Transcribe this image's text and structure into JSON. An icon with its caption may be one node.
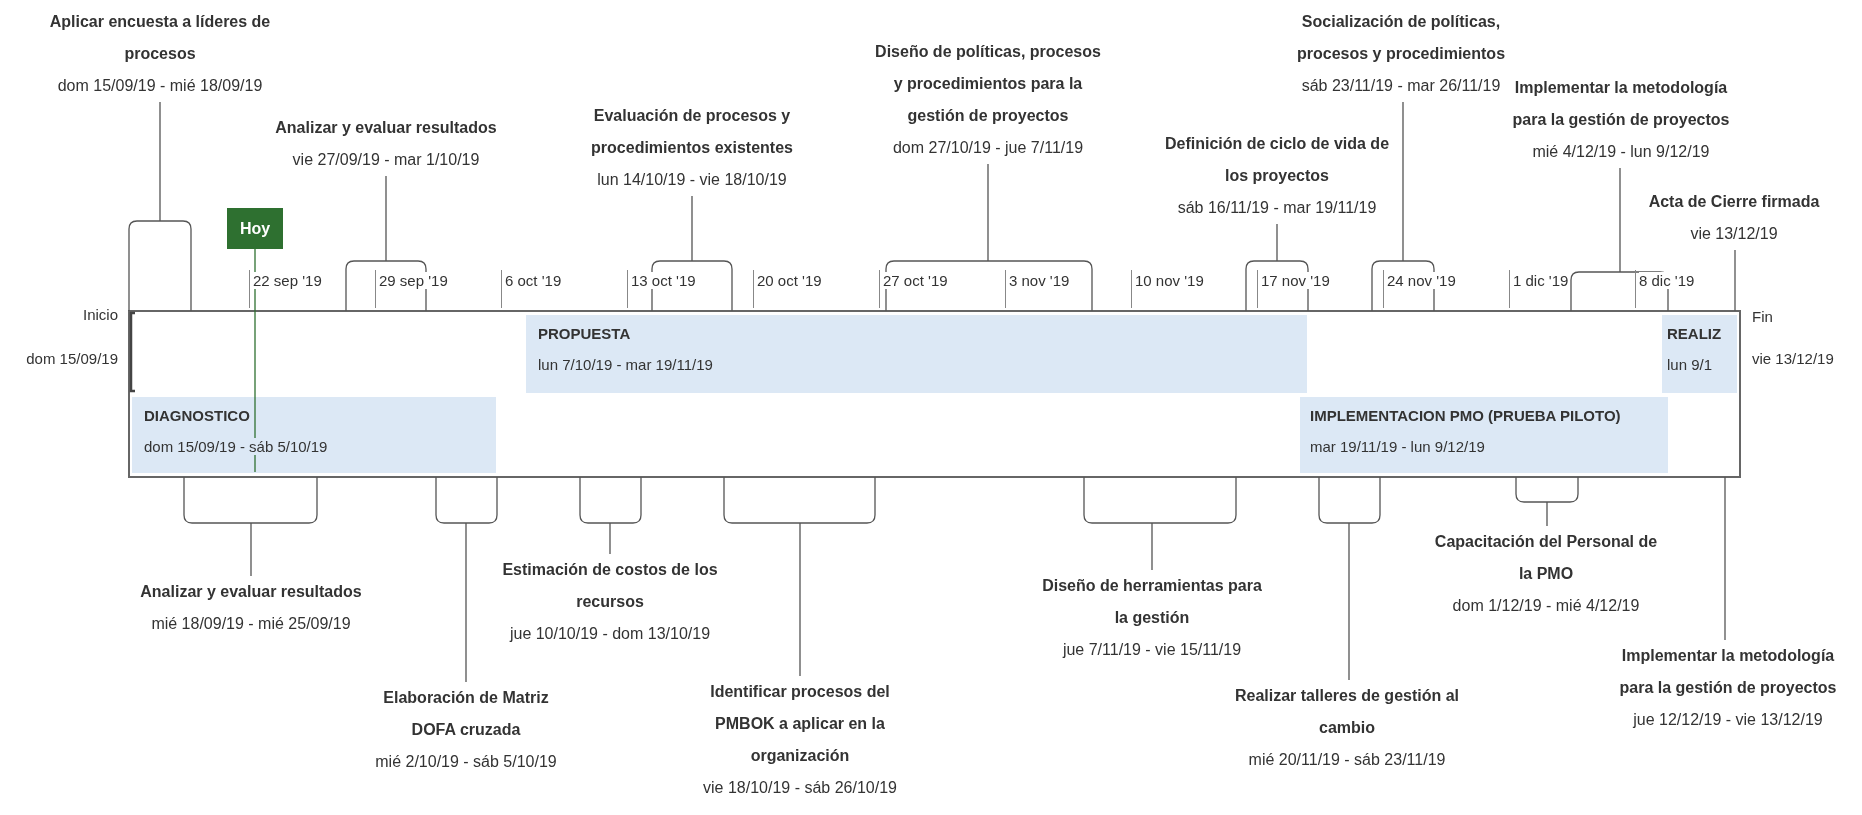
{
  "diagram": {
    "nodes": [
      {
        "text": [],
        "shape": "bar"
      },
      {
        "text": [
          "PROPUESTA",
          "lun 7/10/19 - mar 19/11/19"
        ],
        "in": 0
      },
      {
        "text": [
          "REALIZ",
          "lun 9/1"
        ],
        "in": 0
      },
      {
        "text": [
          "DIAGNOSTICO",
          "dom 15/09/19 - sáb 5/10/19"
        ],
        "in": 0
      },
      {
        "text": [
          "IMPLEMENTACION PMO (PRUEBA PILOTO)",
          "mar 19/11/19 - lun 9/12/19"
        ],
        "in": 0
      },
      {
        "text": [
          "Hoy"
        ]
      },
      {
        "text": [
          "Aplicar encuesta a líderes de procesos",
          "dom 15/09/19 - mié 18/09/19"
        ]
      },
      {
        "text": [
          "Analizar y evaluar resultados",
          "vie 27/09/19 - mar 1/10/19"
        ]
      },
      {
        "text": [
          "Evaluación de procesos y procedimientos existentes",
          "lun 14/10/19 - vie 18/10/19"
        ]
      },
      {
        "text": [
          "Diseño de políticas, procesos y procedimientos para la gestión de proyectos",
          "dom 27/10/19 - jue 7/11/19"
        ]
      },
      {
        "text": [
          "Definición de ciclo de vida de los proyectos",
          "sáb 16/11/19 - mar 19/11/19"
        ]
      },
      {
        "text": [
          "Socialización de políticas, procesos y procedimientos",
          "sáb 23/11/19 - mar 26/11/19"
        ]
      },
      {
        "text": [
          "Implementar la metodología para la gestión de proyectos",
          "mié 4/12/19 - lun 9/12/19"
        ]
      },
      {
        "text": [
          "Acta de Cierre firmada",
          "vie 13/12/19"
        ]
      },
      {
        "text": [
          "Analizar y evaluar resultados",
          "mié 18/09/19 - mié 25/09/19"
        ]
      },
      {
        "text": [
          "Elaboración de Matriz DOFA cruzada",
          "mié 2/10/19 - sáb 5/10/19"
        ]
      },
      {
        "text": [
          "Estimación de costos de los recursos",
          "jue 10/10/19 - dom 13/10/19"
        ]
      },
      {
        "text": [
          "Identificar procesos del PMBOK a aplicar en la organización",
          "vie 18/10/19 - sáb 26/10/19"
        ]
      },
      {
        "text": [
          "Diseño de herramientas para la gestión",
          "jue 7/11/19 - vie 15/11/19"
        ]
      },
      {
        "text": [
          "Realizar talleres de gestión al cambio",
          "mié 20/11/19 - sáb 23/11/19"
        ]
      },
      {
        "text": [
          "Capacitación del Personal de la PMO",
          "dom 1/12/19 - mié 4/12/19"
        ]
      },
      {
        "text": [
          "Implementar la metodología para la gestión de proyectos",
          "jue 12/12/19 - vie 13/12/19"
        ]
      }
    ],
    "edges": [
      {
        "from": 6,
        "to": 0,
        "arrow": "none"
      },
      {
        "from": 7,
        "to": 0,
        "arrow": "none"
      },
      {
        "from": 8,
        "to": 0,
        "arrow": "none"
      },
      {
        "from": 9,
        "to": 0,
        "arrow": "none"
      },
      {
        "from": 10,
        "to": 0,
        "arrow": "none"
      },
      {
        "from": 11,
        "to": 0,
        "arrow": "none"
      },
      {
        "from": 12,
        "to": 0,
        "arrow": "none"
      },
      {
        "from": 13,
        "to": 0,
        "arrow": "none"
      },
      {
        "from": 14,
        "to": 0,
        "arrow": "none"
      },
      {
        "from": 15,
        "to": 0,
        "arrow": "none"
      },
      {
        "from": 16,
        "to": 0,
        "arrow": "none"
      },
      {
        "from": 17,
        "to": 0,
        "arrow": "none"
      },
      {
        "from": 18,
        "to": 0,
        "arrow": "none"
      },
      {
        "from": 19,
        "to": 0,
        "arrow": "none"
      },
      {
        "from": 20,
        "to": 0,
        "arrow": "none"
      },
      {
        "from": 21,
        "to": 0,
        "arrow": "none"
      },
      {
        "from": 5,
        "to": 3,
        "arrow": "none",
        "color": "#2e7030"
      }
    ],
    "labels": [
      "Inicio",
      "dom 15/09/19",
      "22 sep '19",
      "29 sep '19",
      "6 oct '19",
      "13 oct '19",
      "20 oct '19",
      "27 oct '19",
      "3 nov '19",
      "10 nov '19",
      "17 nov '19",
      "24 nov '19",
      "1 dic '19",
      "8 dic '19",
      "Fin",
      "vie 13/12/19"
    ]
  }
}
